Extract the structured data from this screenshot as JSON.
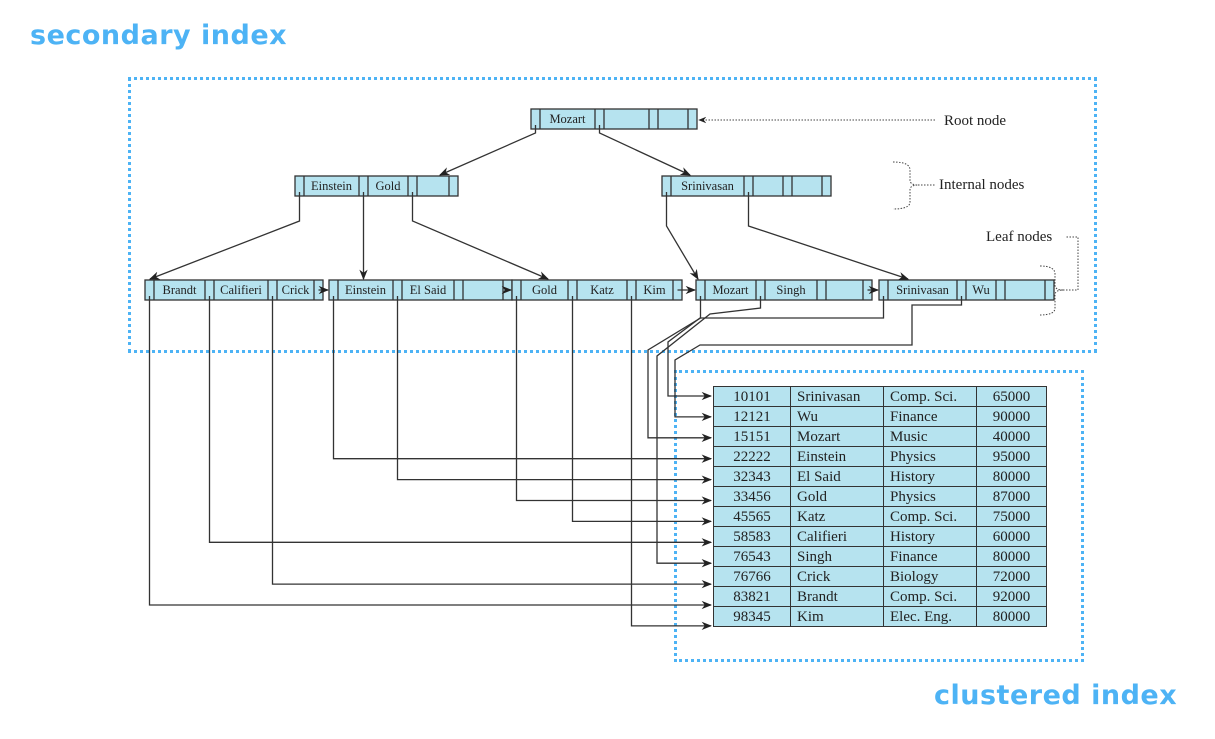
{
  "captions": {
    "secondary": "secondary index",
    "clustered": "clustered index"
  },
  "labels": {
    "root": "Root node",
    "internal": "Internal nodes",
    "leaf": "Leaf nodes"
  },
  "colors": {
    "caption_blue": "#4db3f5",
    "node_fill": "#b6e3ef",
    "line": "#333333"
  },
  "tree": {
    "root": {
      "keys": [
        "Mozart",
        "",
        ""
      ]
    },
    "internal": [
      {
        "keys": [
          "Einstein",
          "Gold",
          ""
        ]
      },
      {
        "keys": [
          "Srinivasan",
          "",
          ""
        ]
      }
    ],
    "leaves": [
      {
        "keys": [
          "Brandt",
          "Califieri",
          "Crick"
        ]
      },
      {
        "keys": [
          "Einstein",
          "El Said",
          ""
        ]
      },
      {
        "keys": [
          "Gold",
          "Katz",
          "Kim"
        ]
      },
      {
        "keys": [
          "Mozart",
          "Singh",
          ""
        ]
      },
      {
        "keys": [
          "Srinivasan",
          "Wu",
          ""
        ]
      }
    ]
  },
  "records": [
    [
      "10101",
      "Srinivasan",
      "Comp. Sci.",
      "65000"
    ],
    [
      "12121",
      "Wu",
      "Finance",
      "90000"
    ],
    [
      "15151",
      "Mozart",
      "Music",
      "40000"
    ],
    [
      "22222",
      "Einstein",
      "Physics",
      "95000"
    ],
    [
      "32343",
      "El Said",
      "History",
      "80000"
    ],
    [
      "33456",
      "Gold",
      "Physics",
      "87000"
    ],
    [
      "45565",
      "Katz",
      "Comp. Sci.",
      "75000"
    ],
    [
      "58583",
      "Califieri",
      "History",
      "60000"
    ],
    [
      "76543",
      "Singh",
      "Finance",
      "80000"
    ],
    [
      "76766",
      "Crick",
      "Biology",
      "72000"
    ],
    [
      "83821",
      "Brandt",
      "Comp. Sci.",
      "92000"
    ],
    [
      "98345",
      "Kim",
      "Elec. Eng.",
      "80000"
    ]
  ]
}
